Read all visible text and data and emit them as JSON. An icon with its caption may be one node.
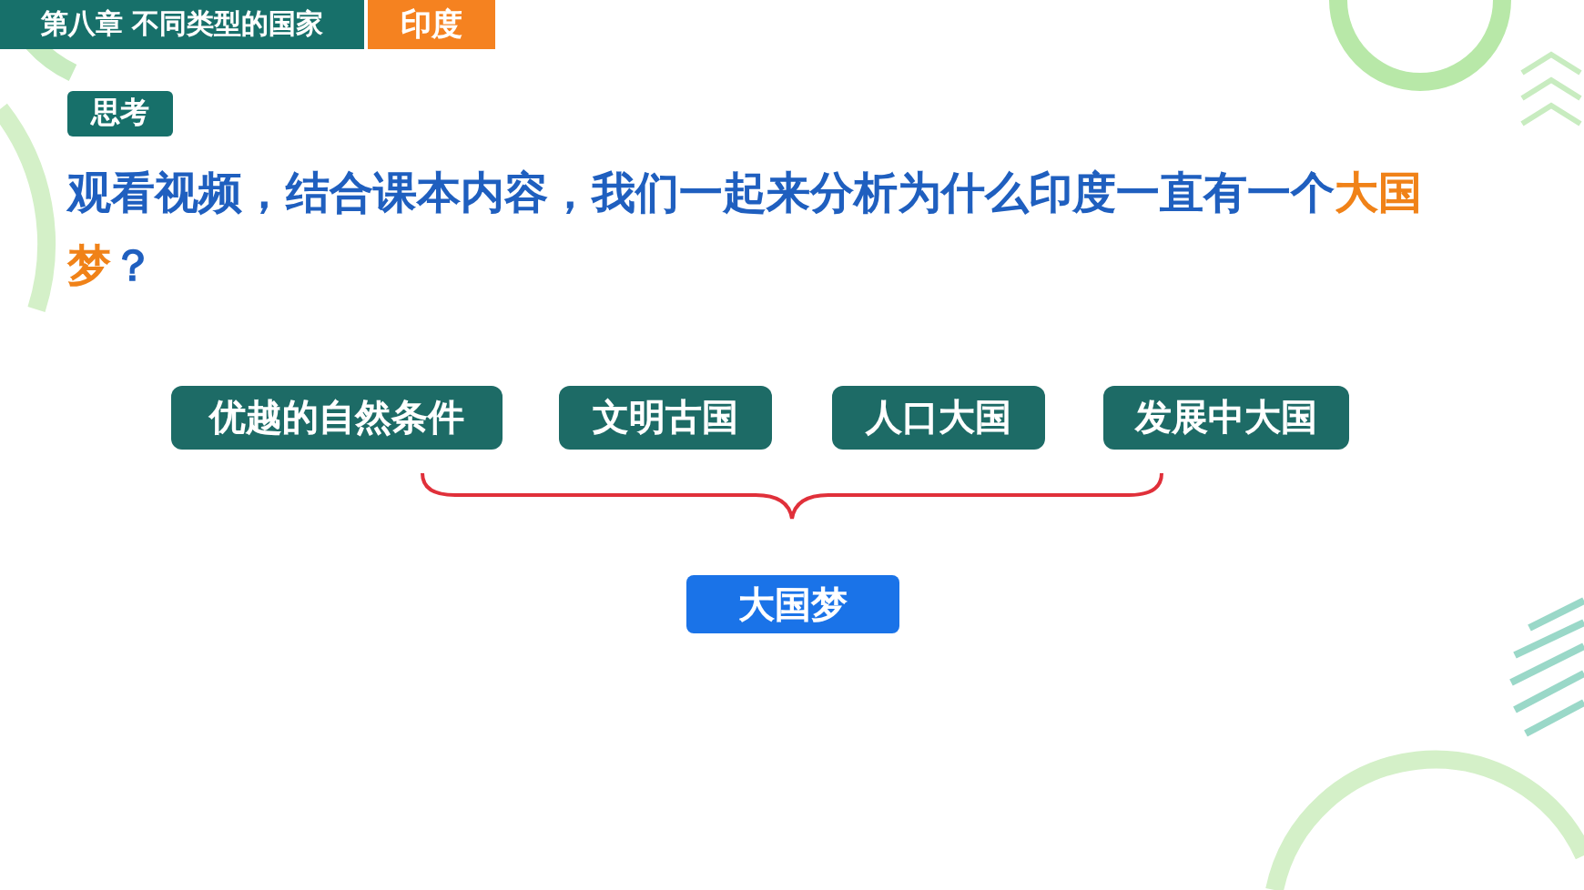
{
  "diagram": {
    "nodes": [
      {
        "text": [
          "第八章 不同类型的国家"
        ]
      },
      {
        "text": [
          "印度"
        ]
      },
      {
        "text": [
          "思考"
        ]
      },
      {
        "text": [
          "优越的自然条件"
        ]
      },
      {
        "text": [
          "文明古国"
        ]
      },
      {
        "text": [
          "人口大国"
        ]
      },
      {
        "text": [
          "发展中大国"
        ]
      },
      {
        "text": [
          "大国梦"
        ]
      }
    ],
    "labels": [
      "观看视频，结合课本内容，我们一起来分析为什么印度一直有一个**大国梦**？"
    ]
  }
}
